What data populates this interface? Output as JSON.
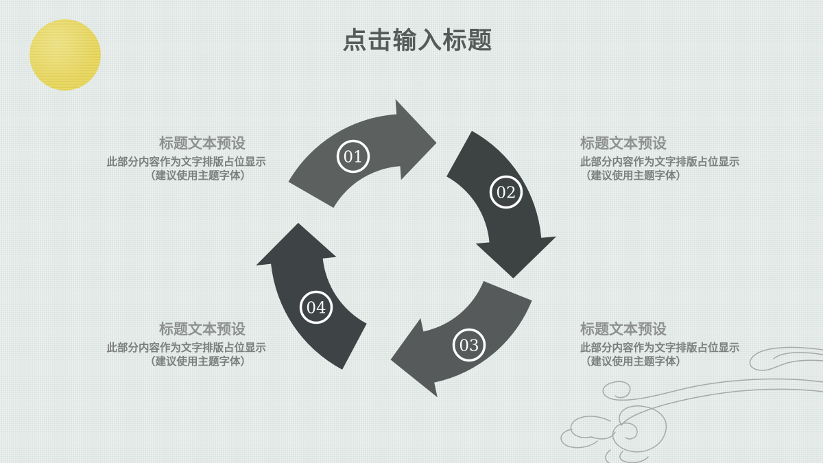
{
  "slide": {
    "title": "点击输入标题",
    "colors": {
      "background": "#e3eae7",
      "title_text": "#565a58",
      "block_title_text": "#8e918f",
      "block_body_text": "#7b7f7d",
      "moon_yellow": "#e6d55e",
      "cloud_line": "#a6a9a6",
      "badge_ring": "#ffffff",
      "badge_number": "#ffffff"
    },
    "decorations": {
      "moon": "yellow-moon-circle",
      "cloud": "chinese-auspicious-cloud-line-art"
    }
  },
  "diagram": {
    "type": "four-step-clockwise-cycle",
    "steps": [
      {
        "number": "01",
        "color": "#5c605e"
      },
      {
        "number": "02",
        "color": "#3d4243"
      },
      {
        "number": "03",
        "color": "#565a5a"
      },
      {
        "number": "04",
        "color": "#3e4345"
      }
    ]
  },
  "blocks": [
    {
      "position": "top-left",
      "title": "标题文本预设",
      "line1": "此部分内容作为文字排版占位显示",
      "line2": "（建议使用主题字体）"
    },
    {
      "position": "top-right",
      "title": "标题文本预设",
      "line1": "此部分内容作为文字排版占位显示",
      "line2": "（建议使用主题字体）"
    },
    {
      "position": "bottom-left",
      "title": "标题文本预设",
      "line1": "此部分内容作为文字排版占位显示",
      "line2": "（建议使用主题字体）"
    },
    {
      "position": "bottom-right",
      "title": "标题文本预设",
      "line1": "此部分内容作为文字排版占位显示",
      "line2": "（建议使用主题字体）"
    }
  ]
}
